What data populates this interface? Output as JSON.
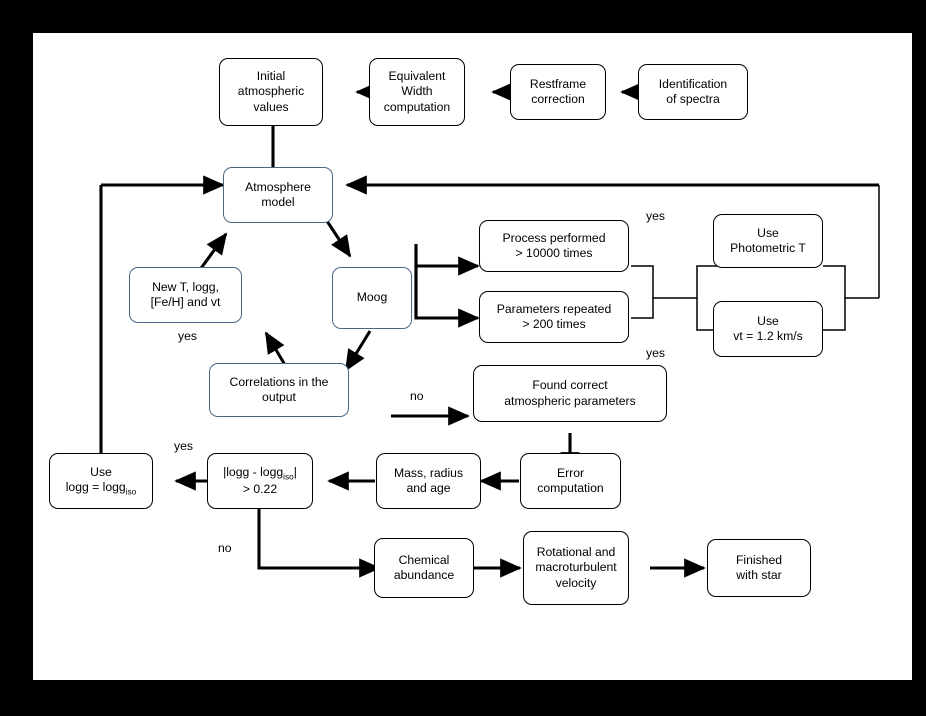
{
  "diagram": {
    "title": "Spectroscopic stellar parameter determination flowchart",
    "frame_color": "#000000",
    "canvas_color": "#ffffff",
    "node_border_black": "#000000",
    "node_border_blue": "#4a6886",
    "nodes": [
      {
        "id": "identification",
        "label": "Identification\nof spectra",
        "style": "black"
      },
      {
        "id": "restframe",
        "label": "Restframe\ncorrection",
        "style": "black"
      },
      {
        "id": "ew",
        "label": "Equivalent\nWidth\ncomputation",
        "style": "black"
      },
      {
        "id": "initial",
        "label": "Initial\natmospheric\nvalues",
        "style": "black"
      },
      {
        "id": "atmosphere",
        "label": "Atmosphere\nmodel",
        "style": "blue"
      },
      {
        "id": "newt",
        "label": "New T, logg,\n[Fe/H] and vt",
        "style": "blue"
      },
      {
        "id": "moog",
        "label": "Moog",
        "style": "blue"
      },
      {
        "id": "correlations",
        "label": "Correlations in the\noutput",
        "style": "blue"
      },
      {
        "id": "process",
        "label": "Process performed\n> 10000 times",
        "style": "black"
      },
      {
        "id": "repeated",
        "label": "Parameters repeated\n> 200 times",
        "style": "black"
      },
      {
        "id": "photometric",
        "label": "Use\nPhotometric T",
        "style": "black"
      },
      {
        "id": "vt",
        "label": "Use\nvt = 1.2 km/s",
        "style": "black"
      },
      {
        "id": "found",
        "label": "Found correct\natmospheric parameters",
        "style": "black"
      },
      {
        "id": "error",
        "label": "Error\ncomputation",
        "style": "black"
      },
      {
        "id": "mass",
        "label": "Mass, radius\nand age",
        "style": "black"
      },
      {
        "id": "loggdiff",
        "label": "|logg - logg_iso|\n> 0.22",
        "style": "black"
      },
      {
        "id": "uselogg",
        "label": "Use\nlogg = logg_iso",
        "style": "black"
      },
      {
        "id": "chemical",
        "label": "Chemical\nabundance",
        "style": "black"
      },
      {
        "id": "rotational",
        "label": "Rotational and\nmacroturbulent\nvelocity",
        "style": "black"
      },
      {
        "id": "finished",
        "label": "Finished\nwith star",
        "style": "black"
      }
    ],
    "edge_labels": [
      {
        "id": "yes-process",
        "text": "yes"
      },
      {
        "id": "yes-repeated",
        "text": "yes"
      },
      {
        "id": "no-correlations",
        "text": "no"
      },
      {
        "id": "yes-correlations",
        "text": "yes"
      },
      {
        "id": "yes-loggdiff",
        "text": "yes"
      },
      {
        "id": "no-loggdiff",
        "text": "no"
      }
    ]
  }
}
